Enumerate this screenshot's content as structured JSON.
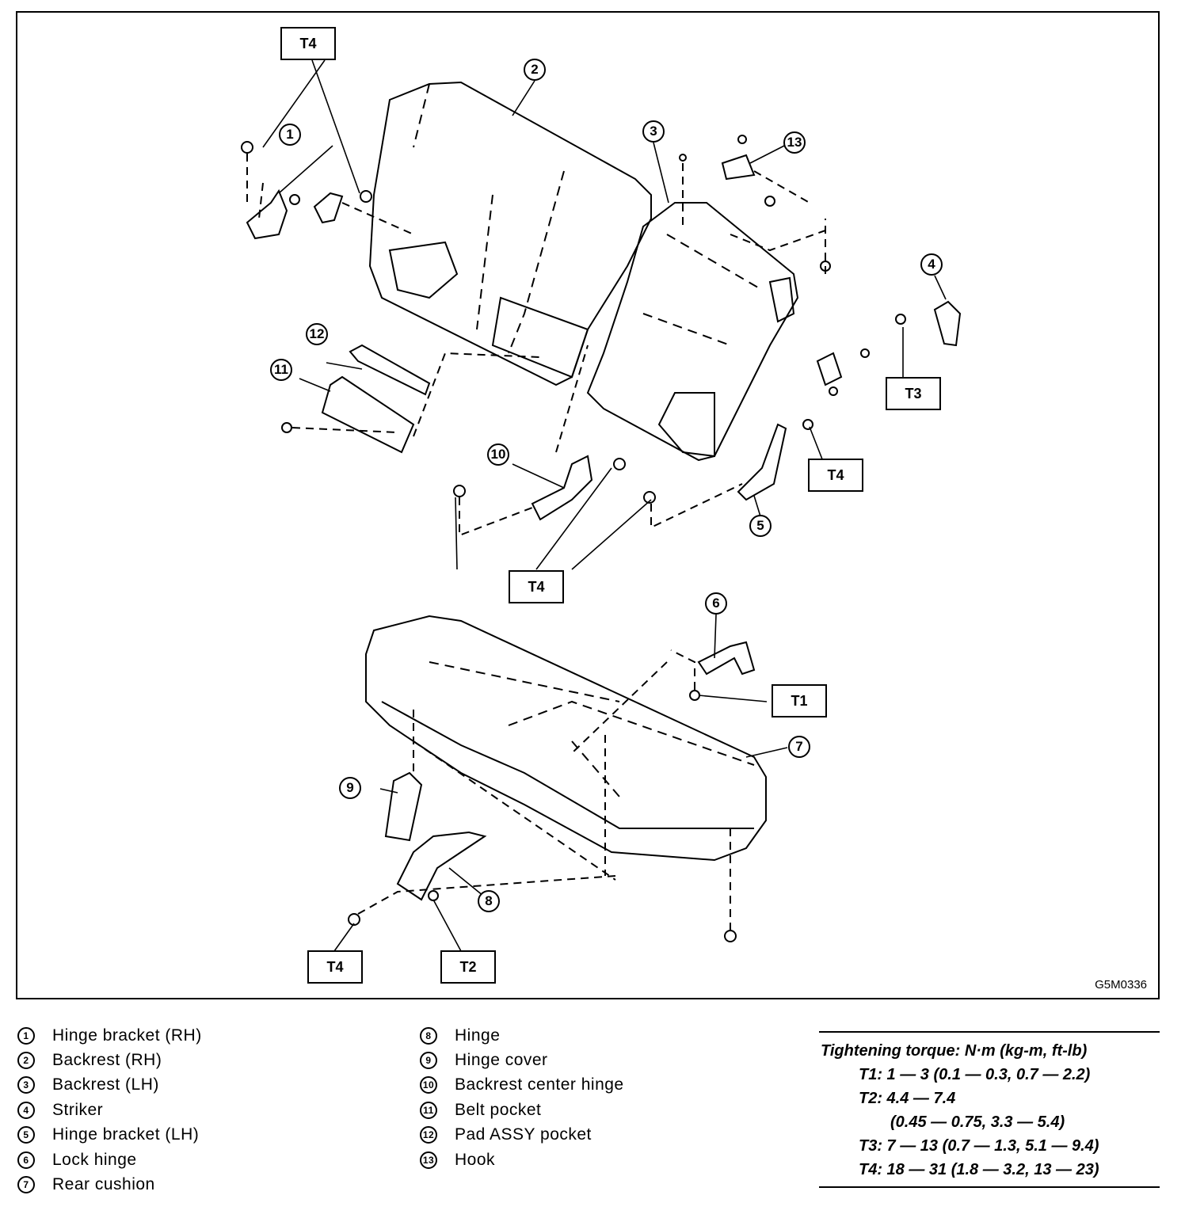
{
  "figure_code": "G5M0336",
  "torque_labels": [
    "T1",
    "T2",
    "T3",
    "T4"
  ],
  "callouts": [
    "1",
    "2",
    "3",
    "4",
    "5",
    "6",
    "7",
    "8",
    "9",
    "10",
    "11",
    "12",
    "13"
  ],
  "legend": [
    {
      "num": "1",
      "label": "Hinge bracket (RH)"
    },
    {
      "num": "2",
      "label": "Backrest (RH)"
    },
    {
      "num": "3",
      "label": "Backrest (LH)"
    },
    {
      "num": "4",
      "label": "Striker"
    },
    {
      "num": "5",
      "label": "Hinge bracket (LH)"
    },
    {
      "num": "6",
      "label": "Lock hinge"
    },
    {
      "num": "7",
      "label": "Rear cushion"
    },
    {
      "num": "8",
      "label": "Hinge"
    },
    {
      "num": "9",
      "label": "Hinge cover"
    },
    {
      "num": "10",
      "label": "Backrest center hinge"
    },
    {
      "num": "11",
      "label": "Belt pocket"
    },
    {
      "num": "12",
      "label": "Pad ASSY pocket"
    },
    {
      "num": "13",
      "label": "Hook"
    }
  ],
  "torque_spec": {
    "title": "Tightening torque: N·m (kg-m, ft-lb)",
    "lines": [
      "T1: 1 — 3 (0.1 — 0.3, 0.7 — 2.2)",
      "T2: 4.4 — 7.4",
      "(0.45 — 0.75, 3.3 — 5.4)",
      "T3: 7 — 13 (0.7 — 1.3, 5.1 — 9.4)",
      "T4: 18 — 31 (1.8 — 3.2, 13 — 23)"
    ]
  }
}
